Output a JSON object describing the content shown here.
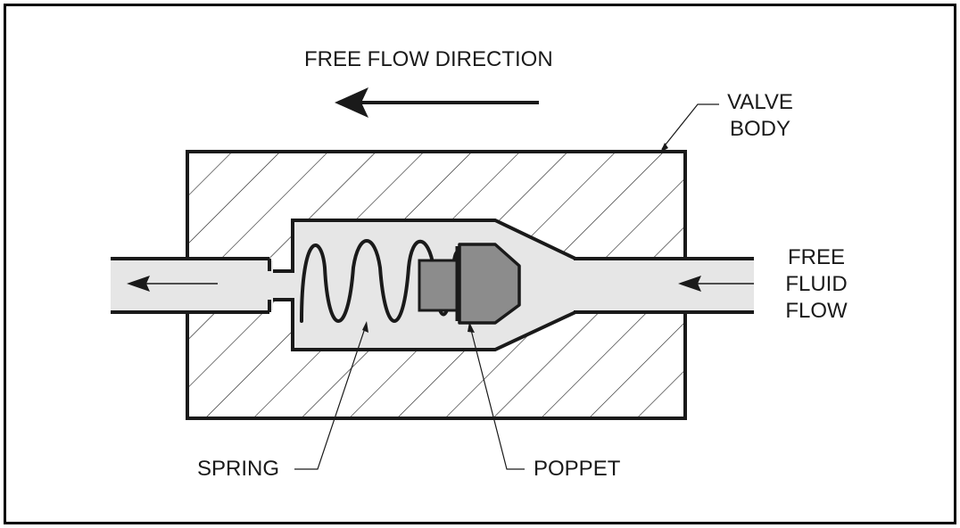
{
  "labels": {
    "flow_direction": "FREE FLOW DIRECTION",
    "valve_line1": "VALVE",
    "valve_line2": "BODY",
    "fluid_line1": "FREE",
    "fluid_line2": "FLUID",
    "fluid_line3": "FLOW",
    "spring": "SPRING",
    "poppet": "POPPET"
  },
  "colors": {
    "outline": "#1a1a1a",
    "channel_fill": "#e6e6e6",
    "poppet_fill": "#8c8c8c",
    "hatch": "#1a1a1a"
  }
}
